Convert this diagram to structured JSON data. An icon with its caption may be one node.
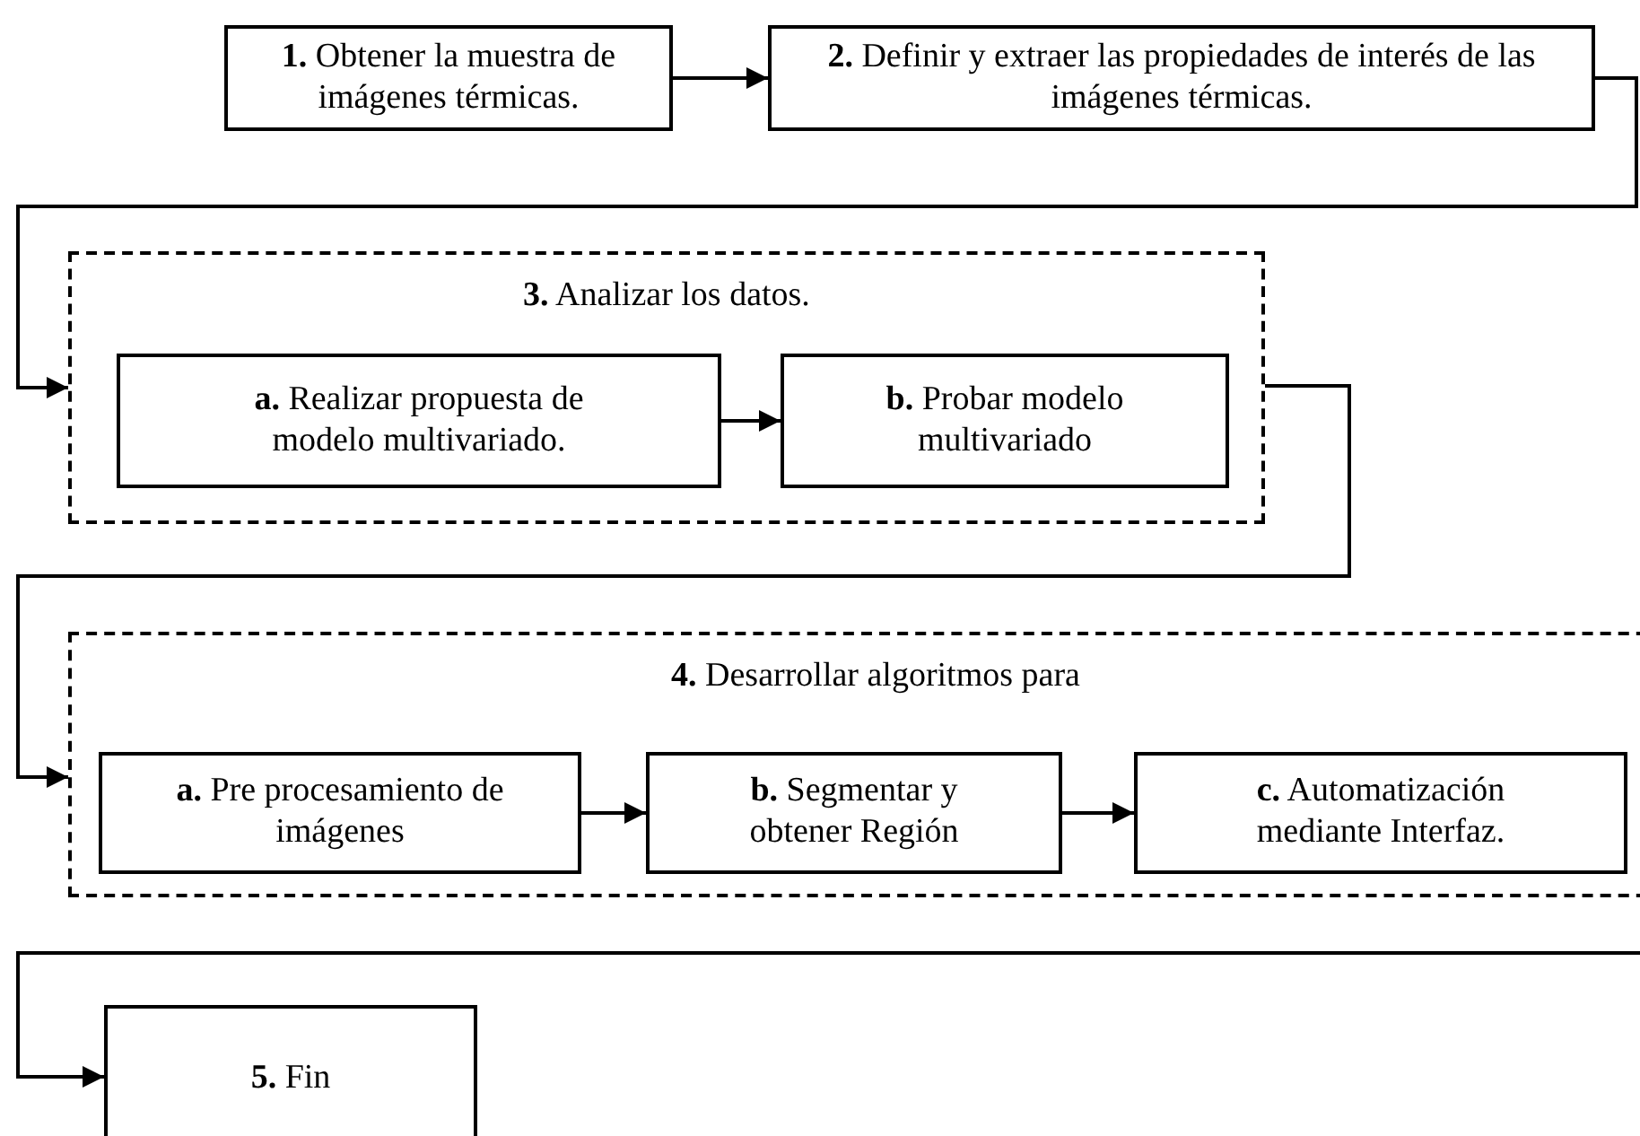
{
  "diagram": {
    "nodes": [
      {
        "text": [
          "**1.** Obtener la muestra de imágenes térmicas."
        ]
      },
      {
        "text": [
          "**2.** Definir y extraer las propiedades de interés de las imágenes térmicas."
        ]
      },
      {
        "text": [
          "**3.** Analizar los datos."
        ]
      },
      {
        "text": [
          "**a.** Realizar propuesta de modelo multivariado."
        ],
        "in": 2
      },
      {
        "text": [
          "**b.** Probar modelo multivariado"
        ],
        "in": 2
      },
      {
        "text": [
          "**4.** Desarrollar algoritmos para"
        ]
      },
      {
        "text": [
          "**a.** Pre procesamiento de imágenes"
        ],
        "in": 5
      },
      {
        "text": [
          "**b.** Segmentar y obtener Región"
        ],
        "in": 5
      },
      {
        "text": [
          "**c.** Automatización mediante Interfaz."
        ],
        "in": 5
      },
      {
        "text": [
          "**5.** Fin"
        ]
      }
    ],
    "edges": [
      {
        "from": 0,
        "to": 1,
        "arrow": "to"
      },
      {
        "from": 1,
        "to": 2,
        "arrow": "to"
      },
      {
        "from": 3,
        "to": 4,
        "arrow": "to"
      },
      {
        "from": 2,
        "to": 5,
        "arrow": "to"
      },
      {
        "from": 6,
        "to": 7,
        "arrow": "to"
      },
      {
        "from": 7,
        "to": 8,
        "arrow": "to"
      },
      {
        "from": 5,
        "to": 9,
        "arrow": "to"
      }
    ]
  }
}
